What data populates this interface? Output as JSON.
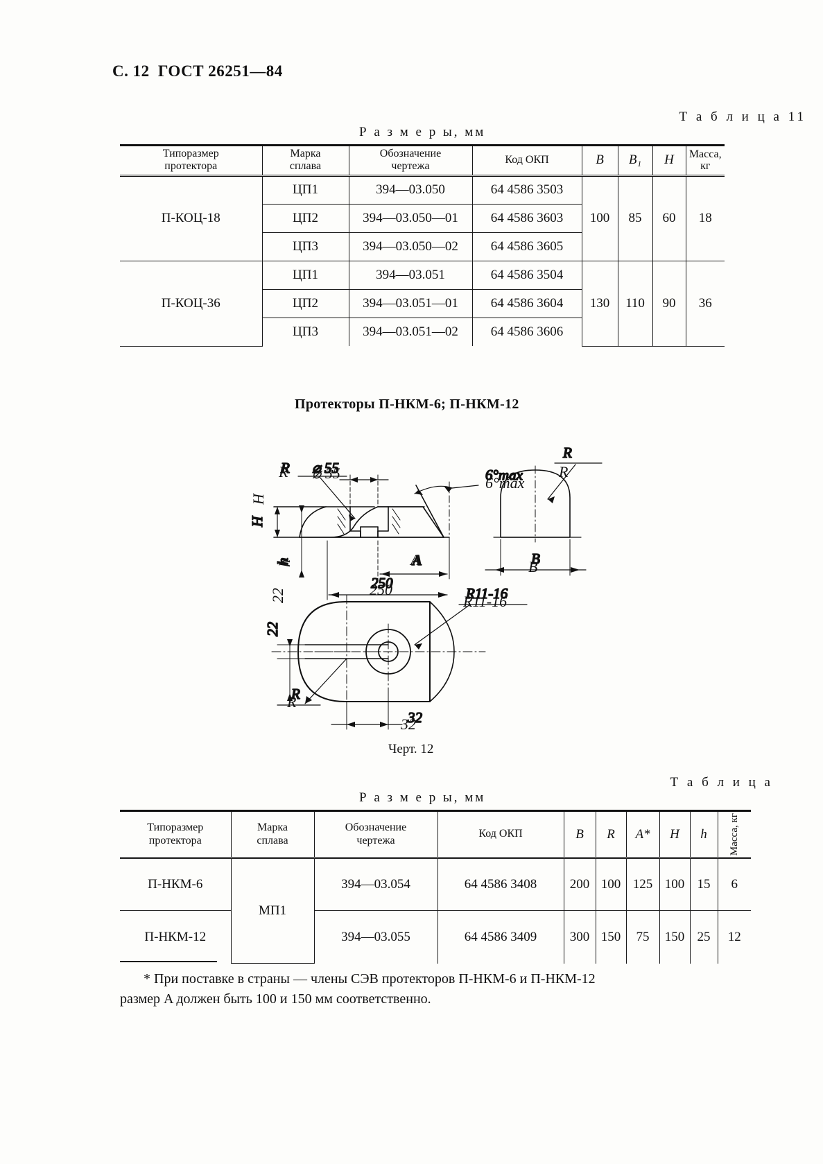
{
  "header": {
    "page_label": "С. 12",
    "standard": "ГОСТ 26251—84"
  },
  "table1": {
    "caption": "Т а б л и ц а  11",
    "sizes_caption": "Р а з м е р ы,  мм",
    "columns": [
      "Типоразмер протектора",
      "Марка сплава",
      "Обозначение чертежа",
      "Код ОКП",
      "B",
      "B₁",
      "H",
      "Масса, кг"
    ],
    "col_head_lines": {
      "c0a": "Типоразмер",
      "c0b": "протектора",
      "c1a": "Марка",
      "c1b": "сплава",
      "c2a": "Обозначение",
      "c2b": "чертежа",
      "c3": "Код ОКП",
      "c4": "B",
      "c5": "B₁",
      "c6": "H",
      "c7a": "Масса,",
      "c7b": "кг"
    },
    "groups": [
      {
        "typesize": "П-КОЦ-18",
        "B": "100",
        "B1": "85",
        "H": "60",
        "mass": "18",
        "rows": [
          {
            "alloy": "ЦП1",
            "drawing": "394—03.050",
            "okp": "64 4586 3503"
          },
          {
            "alloy": "ЦП2",
            "drawing": "394—03.050—01",
            "okp": "64 4586 3603"
          },
          {
            "alloy": "ЦП3",
            "drawing": "394—03.050—02",
            "okp": "64 4586 3605"
          }
        ]
      },
      {
        "typesize": "П-КОЦ-36",
        "B": "130",
        "B1": "110",
        "H": "90",
        "mass": "36",
        "rows": [
          {
            "alloy": "ЦП1",
            "drawing": "394—03.051",
            "okp": "64 4586 3504"
          },
          {
            "alloy": "ЦП2",
            "drawing": "394—03.051—01",
            "okp": "64 4586 3604"
          },
          {
            "alloy": "ЦП3",
            "drawing": "394—03.051—02",
            "okp": "64 4586 3606"
          }
        ]
      }
    ]
  },
  "figure": {
    "title": "Протекторы П-НКМ-6; П-НКМ-12",
    "caption": "Черт. 12",
    "labels": {
      "angle": "6°max",
      "diameter": "⌀ 55",
      "radius": "R",
      "radius_right": "R",
      "radius_bottom": "R",
      "radius_range": "R11-16",
      "height_H": "H",
      "height_h": "h",
      "dim_A": "A",
      "dim_B": "B",
      "dim_250": "250",
      "dim_22": "22",
      "dim_32": "32"
    }
  },
  "table2": {
    "caption": "Т а б л и ц а",
    "sizes_caption": "Р а з м е р ы,  мм",
    "col_head_lines": {
      "c0a": "Типоразмер",
      "c0b": "протектора",
      "c1a": "Марка",
      "c1b": "сплава",
      "c2a": "Обозначение",
      "c2b": "чертежа",
      "c3": "Код ОКП",
      "c4": "B",
      "c5": "R",
      "c6": "A*",
      "c7": "H",
      "c8": "h",
      "c9": "Масса, кг"
    },
    "alloy_span": "МП1",
    "rows": [
      {
        "typesize": "П-НКМ-6",
        "drawing": "394—03.054",
        "okp": "64 4586 3408",
        "B": "200",
        "R": "100",
        "A": "125",
        "H": "100",
        "h": "15",
        "mass": "6"
      },
      {
        "typesize": "П-НКМ-12",
        "drawing": "394—03.055",
        "okp": "64 4586 3409",
        "B": "300",
        "R": "150",
        "A": "75",
        "H": "150",
        "h": "25",
        "mass": "12"
      }
    ]
  },
  "footnote": {
    "line1": "* При поставке в страны — члены СЭВ протекторов П-НКМ-6 и П-НКМ-12",
    "line2": "размер A должен быть 100 и 150 мм соответственно."
  }
}
